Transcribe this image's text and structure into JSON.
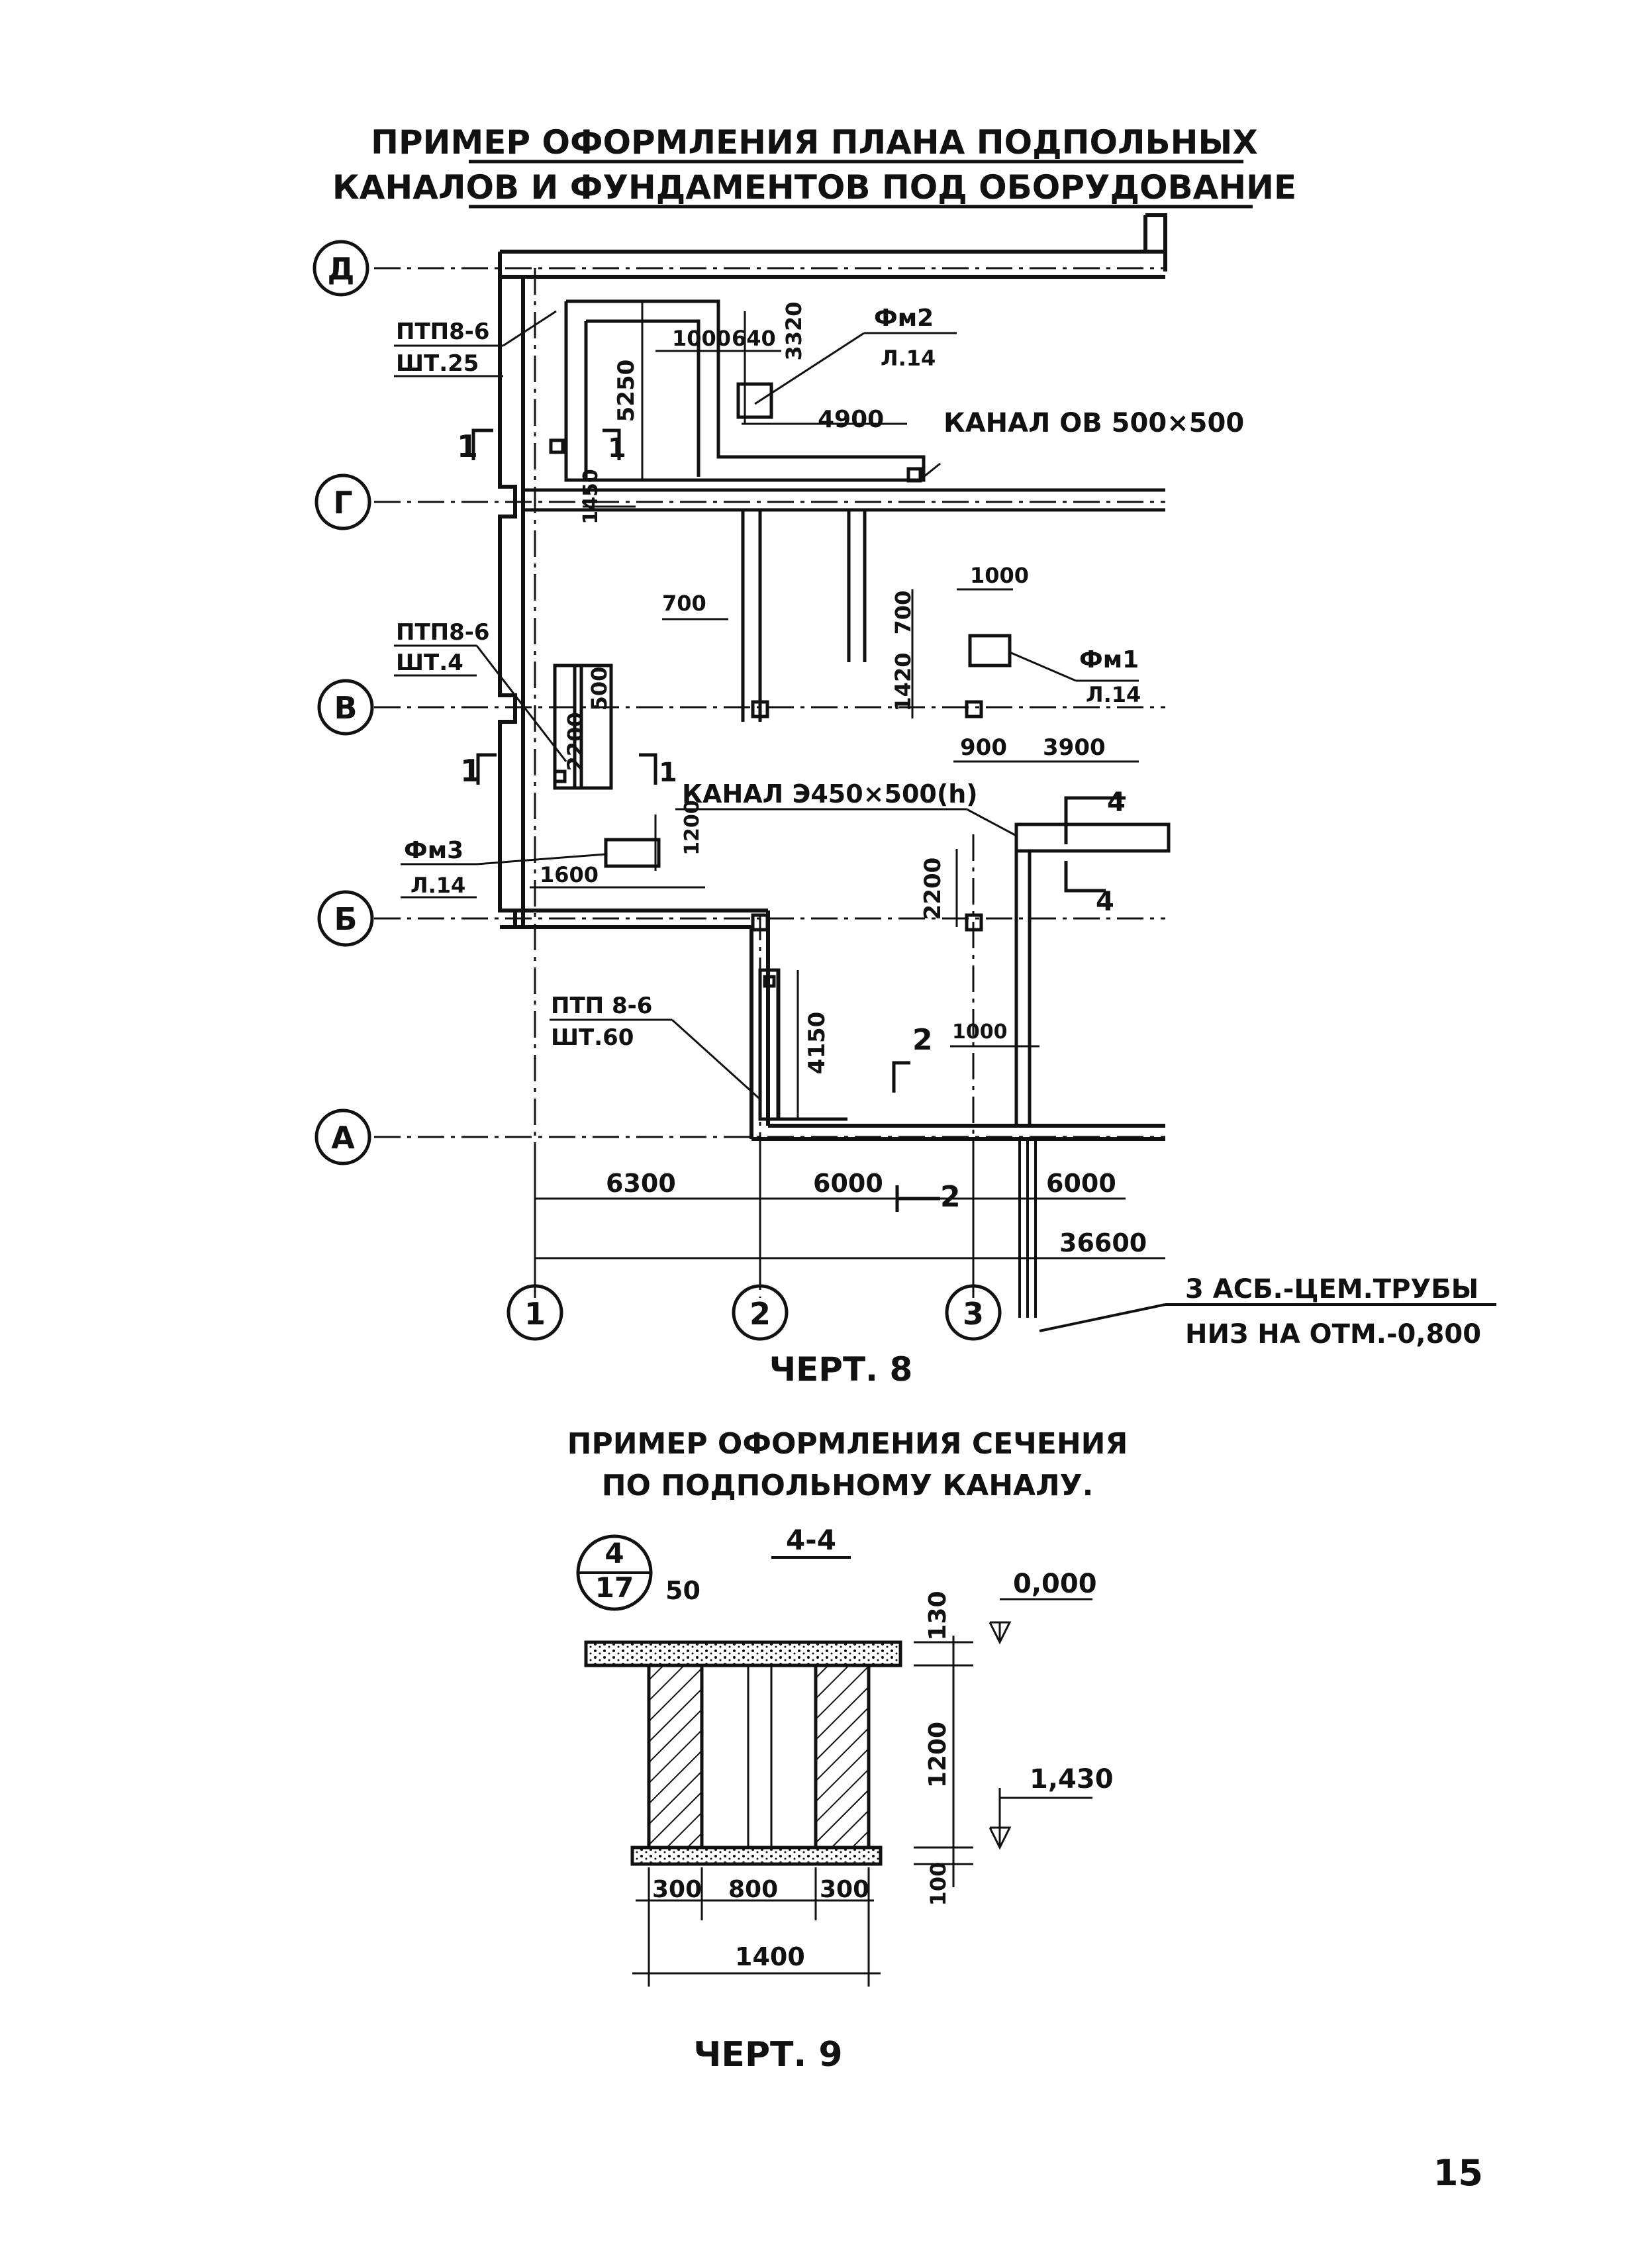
{
  "title": {
    "line1": "ПРИМЕР ОФОРМЛЕНИЯ ПЛАНА ПОДПОЛЬНЫХ",
    "line2": "КАНАЛОВ И ФУНДАМЕНТОВ ПОД ОБОРУДОВАНИЕ"
  },
  "axes": {
    "rows": [
      "Д",
      "Г",
      "В",
      "Б",
      "А"
    ],
    "cols": [
      "1",
      "2",
      "3"
    ]
  },
  "labels": {
    "ptp1_a": "ПТП8-6",
    "ptp1_b": "ШТ.25",
    "ptp2_a": "ПТП8-6",
    "ptp2_b": "ШТ.4",
    "ptp3_a": "ПТП 8-6",
    "ptp3_b": "ШТ.60",
    "fm2_a": "Фм2",
    "fm2_b": "Л.14",
    "fm1_a": "Фм1",
    "fm1_b": "Л.14",
    "fm3_a": "Фм3",
    "fm3_b": "Л.14",
    "kanal_ov": "КАНАЛ ОВ 500×500",
    "kanal_e": "КАНАЛ Э450×500(h)",
    "pipes_a": "3 АСБ.-ЦЕМ.ТРУБЫ",
    "pipes_b": "НИЗ НА ОТМ.-0,800",
    "sec1_num": "1",
    "sec2_num": "2",
    "sec4_num": "4"
  },
  "dims": {
    "d5250": "5250",
    "d1000": "1000",
    "d640": "640",
    "d3320": "3320",
    "d4900": "4900",
    "d1450": "1450",
    "d700a": "700",
    "d1000b": "1000",
    "d700b": "700",
    "d1420": "1420",
    "d2200": "2200",
    "d500": "500",
    "d900": "900",
    "d3900": "3900",
    "d1200": "1200",
    "d1600": "1600",
    "d2200b": "2200",
    "d4150": "4150",
    "d1000c": "1000",
    "d6300": "6300",
    "d6000a": "6000",
    "d6000b": "6000",
    "d36600": "36600"
  },
  "caption8": "ЧЕРТ. 8",
  "section": {
    "title1": "ПРИМЕР ОФОРМЛЕНИЯ СЕЧЕНИЯ",
    "title2": "ПО ПОДПОЛЬНОМУ КАНАЛУ.",
    "name": "4-4",
    "callout_top": "4",
    "callout_bottom": "17",
    "d50": "50",
    "d130": "130",
    "d1200": "1200",
    "d100": "100",
    "mark_top": "0,000",
    "mark_bottom": "1,430",
    "d300a": "300",
    "d800": "800",
    "d300b": "300",
    "d1400": "1400"
  },
  "caption9": "ЧЕРТ. 9",
  "page_number": "15"
}
